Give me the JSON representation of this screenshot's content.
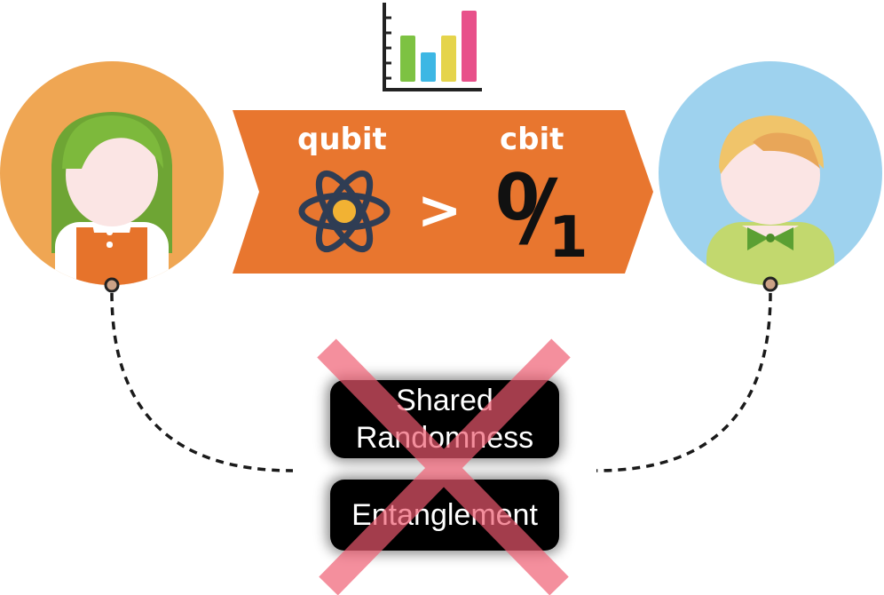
{
  "banner": {
    "left_label": "qubit",
    "right_label": "cbit",
    "comparator": ">",
    "digit_top": "0",
    "digit_slash": "/",
    "digit_bottom": "1"
  },
  "resources": {
    "shared_randomness_line1": "Shared",
    "shared_randomness_line2": "Randomness",
    "entanglement": "Entanglement"
  },
  "colors": {
    "banner_orange": "#E8762F",
    "alice_bg": "#EFA653",
    "bob_bg": "#9ED2EE",
    "cross_red": "#F05B70"
  }
}
